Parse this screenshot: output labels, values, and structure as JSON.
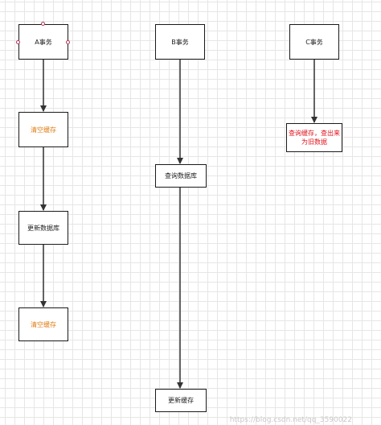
{
  "nodes": {
    "a_txn": "A事务",
    "b_txn": "B事务",
    "c_txn": "C事务",
    "clear_cache_1": "清空缓存",
    "query_db": "查询数据库",
    "query_cache": "查询缓存，查出来为旧数据",
    "update_db": "更新数据库",
    "clear_cache_2": "清空缓存",
    "update_cache": "更新缓存"
  },
  "watermark": "https://blog.csdn.net/qq_3590022",
  "colors": {
    "orange_text": "#e07b12",
    "red_text": "#e0141e",
    "border": "#1a1a1a",
    "grid": "#e6e6e6"
  }
}
